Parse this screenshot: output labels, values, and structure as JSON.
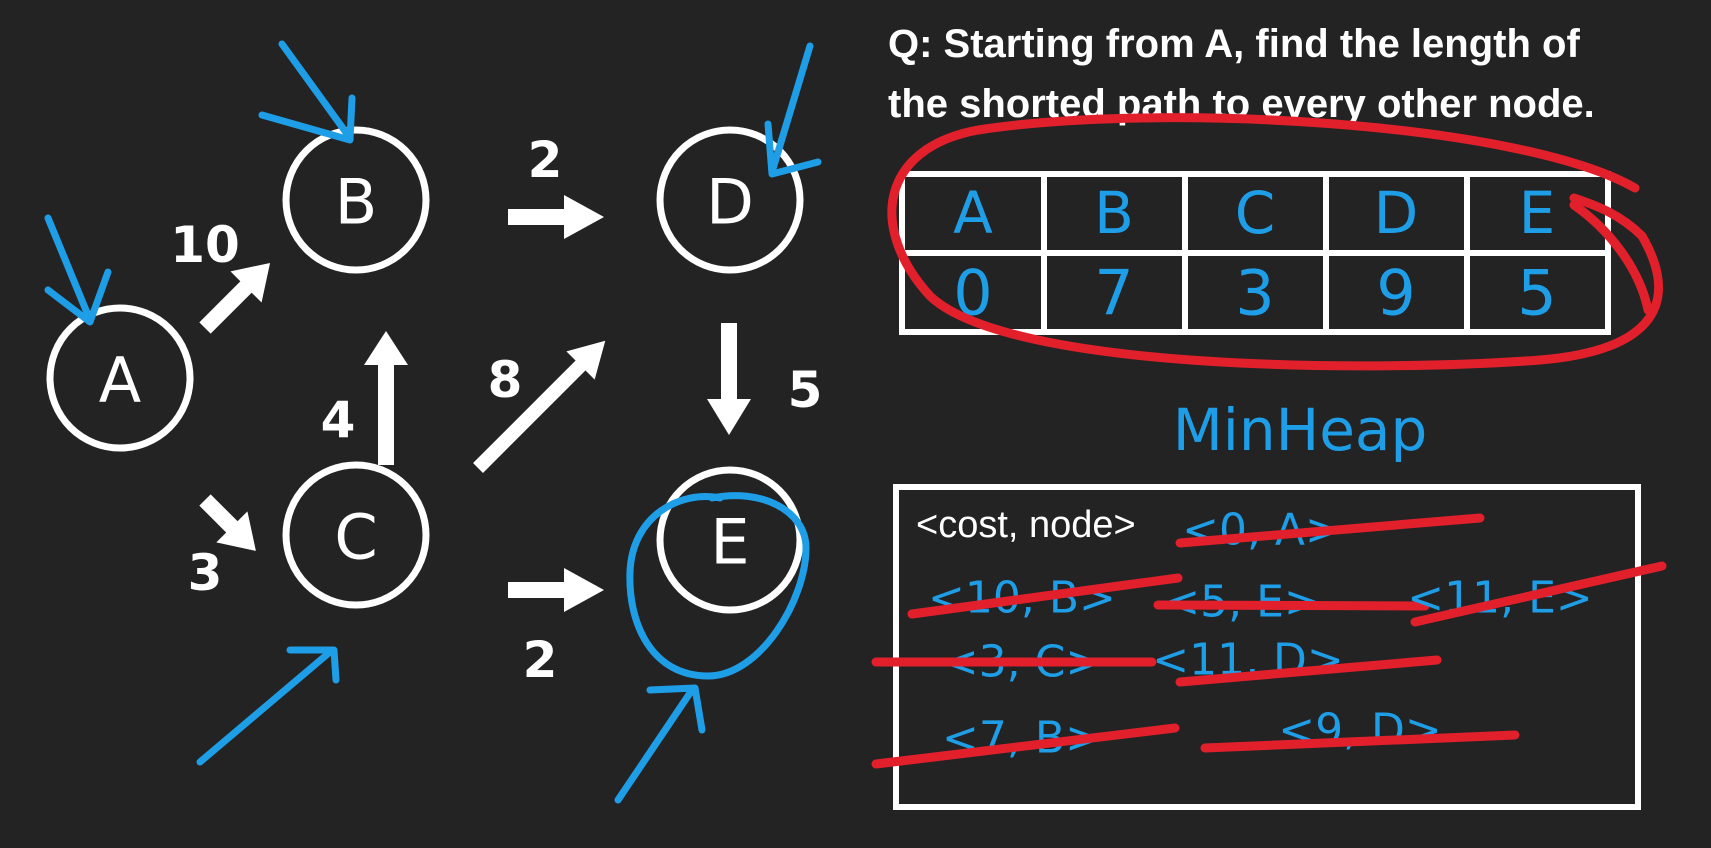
{
  "question": {
    "line1": "Q: Starting from A, find the length of",
    "line2": "the shorted path to every other node."
  },
  "graph": {
    "nodes": {
      "A": "A",
      "B": "B",
      "C": "C",
      "D": "D",
      "E": "E"
    },
    "edges": {
      "A_B": "10",
      "A_C": "3",
      "C_B": "4",
      "B_D": "2",
      "C_D": "8",
      "D_E": "5",
      "C_E": "2"
    }
  },
  "distance_table": {
    "headers": [
      "A",
      "B",
      "C",
      "D",
      "E"
    ],
    "values": [
      "0",
      "7",
      "3",
      "9",
      "5"
    ]
  },
  "min_heap": {
    "title": "MinHeap",
    "header": "<cost, node>",
    "entries": [
      "<0, A>",
      "<10, B>",
      "<5, E>",
      "<11, E>",
      "<3, C>",
      "<11, D>",
      "<7, B>",
      "<9, D>"
    ]
  },
  "colors": {
    "background": "#232323",
    "ink": "#ffffff",
    "blue": "#1f9ee8",
    "red": "#e2202c"
  }
}
